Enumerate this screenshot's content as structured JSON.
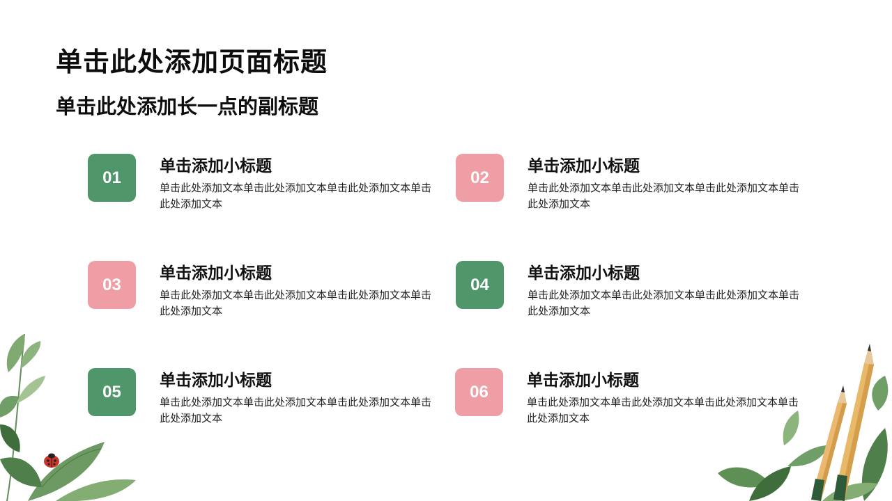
{
  "header": {
    "title": "单击此处添加页面标题",
    "subtitle": "单击此处添加长一点的副标题"
  },
  "items": [
    {
      "number": "01",
      "title": "单击添加小标题",
      "text": "单击此处添加文本单击此处添加文本单击此处添加文本单击此处添加文本",
      "color": "#4f966a"
    },
    {
      "number": "02",
      "title": "单击添加小标题",
      "text": "单击此处添加文本单击此处添加文本单击此处添加文本单击此处添加文本",
      "color": "#ee9ea4"
    },
    {
      "number": "03",
      "title": "单击添加小标题",
      "text": "单击此处添加文本单击此处添加文本单击此处添加文本单击此处添加文本",
      "color": "#ee9ea4"
    },
    {
      "number": "04",
      "title": "单击添加小标题",
      "text": "单击此处添加文本单击此处添加文本单击此处添加文本单击此处添加文本",
      "color": "#4f966a"
    },
    {
      "number": "05",
      "title": "单击添加小标题",
      "text": "单击此处添加文本单击此处添加文本单击此处添加文本单击此处添加文本",
      "color": "#4f966a"
    },
    {
      "number": "06",
      "title": "单击添加小标题",
      "text": "单击此处添加文本单击此处添加文本单击此处添加文本单击此处添加文本",
      "color": "#ee9ea4"
    }
  ],
  "decorations": {
    "bottom_left": [
      "leaf-illustration",
      "ladybug-icon"
    ],
    "bottom_right": [
      "leaf-illustration",
      "pencil-icon"
    ]
  }
}
